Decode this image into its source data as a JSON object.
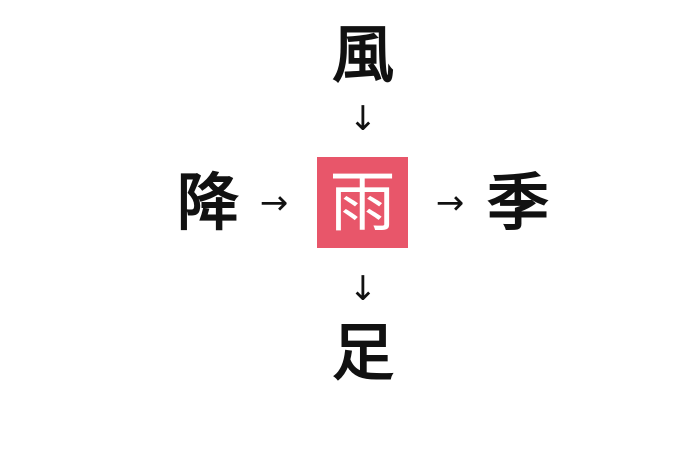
{
  "puzzle": {
    "center": {
      "char": "雨",
      "box_color": "#E8566A",
      "text_color": "#FFFFFF"
    },
    "top": {
      "char": "風",
      "arrow": "↓"
    },
    "left": {
      "char": "降",
      "arrow": "→"
    },
    "right": {
      "char": "季",
      "arrow": "→"
    },
    "bottom": {
      "char": "足",
      "arrow": "↓"
    }
  }
}
